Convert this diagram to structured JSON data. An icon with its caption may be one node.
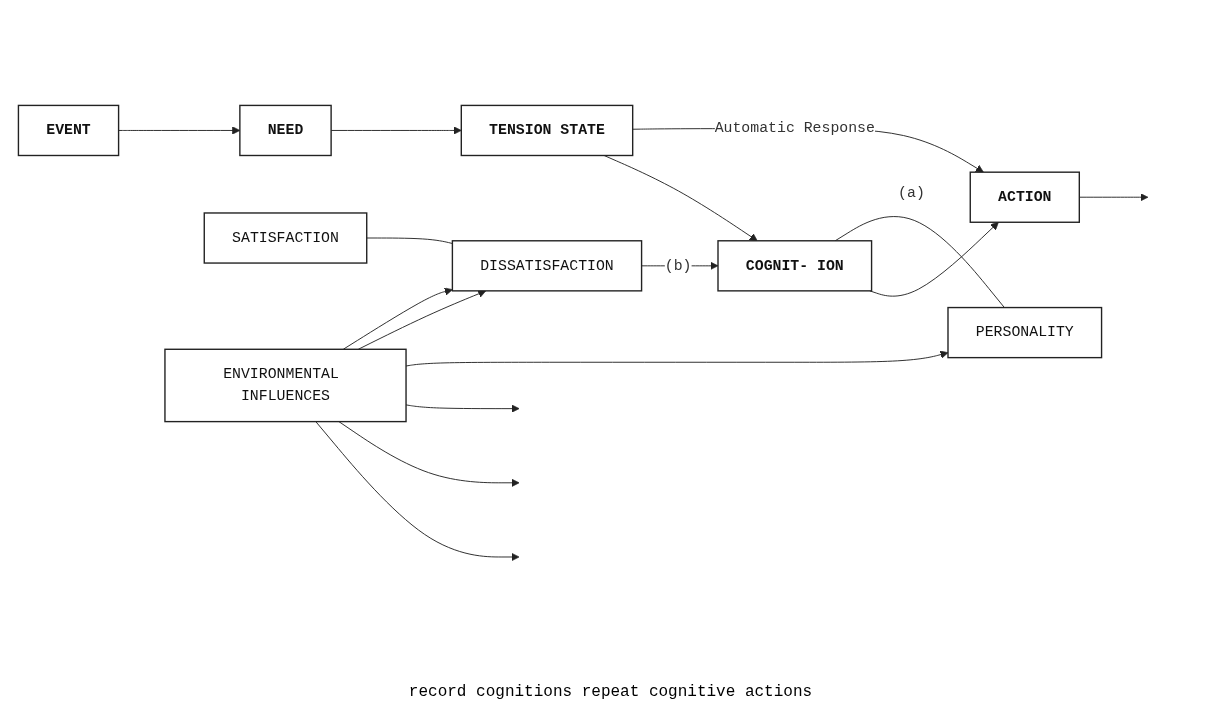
{
  "diagram": {
    "nodes": [
      {
        "text": [
          "EVENT"
        ]
      },
      {
        "text": [
          "NEED"
        ]
      },
      {
        "text": [
          "TENSION STATE"
        ]
      },
      {
        "text": [
          "COGNIT- ION"
        ]
      },
      {
        "text": [
          "ACTION"
        ]
      },
      {
        "text": [
          "SATISFACTION"
        ]
      },
      {
        "text": [
          "PERSONALITY"
        ]
      },
      {
        "text": [
          "DISSATISFACTION"
        ]
      },
      {
        "text": [
          "ENVIRONMENTAL INFLUENCES"
        ]
      }
    ],
    "edges": [
      {
        "from": 0,
        "to": 1,
        "arrow": "to"
      },
      {
        "from": 1,
        "to": 2,
        "arrow": "to"
      },
      {
        "from": 2,
        "to": 3,
        "arrow": "to"
      },
      {
        "from": 3,
        "to": 4,
        "arrow": "to"
      },
      {
        "from": 4,
        "to": null,
        "arrow": "to"
      },
      {
        "from": 2,
        "to": 4,
        "arrow": "to",
        "label": "Automatic Response"
      },
      {
        "from": 3,
        "to": 6,
        "arrow": "none",
        "label": "(a)"
      },
      {
        "from": 5,
        "to": 7,
        "arrow": "none"
      },
      {
        "from": 7,
        "to": 3,
        "arrow": "to",
        "label": "(b)"
      },
      {
        "from": 8,
        "to": null,
        "arrow": "to"
      },
      {
        "from": 8,
        "to": null,
        "arrow": "to"
      },
      {
        "from": 8,
        "to": null,
        "arrow": "to"
      },
      {
        "from": 8,
        "to": 6,
        "arrow": "to"
      },
      {
        "from": 8,
        "to": 7,
        "arrow": "to"
      },
      {
        "from": 8,
        "to": 7,
        "arrow": "to"
      }
    ],
    "labels": [
      "record cognitions repeat cognitive actions"
    ]
  }
}
